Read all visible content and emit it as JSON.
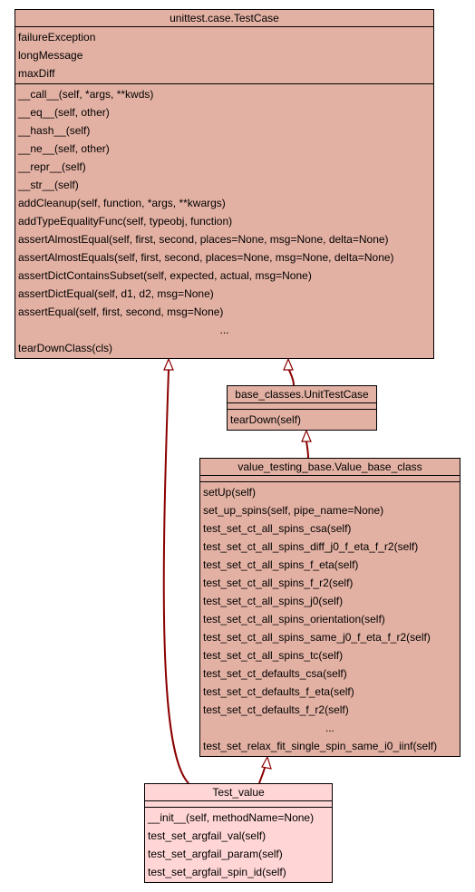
{
  "classes": {
    "testcase": {
      "title": "unittest.case.TestCase",
      "attributes": [
        "failureException",
        "longMessage",
        "maxDiff"
      ],
      "methods": [
        "__call__(self, *args, **kwds)",
        "__eq__(self, other)",
        "__hash__(self)",
        "__ne__(self, other)",
        "__repr__(self)",
        "__str__(self)",
        "addCleanup(self, function, *args, **kwargs)",
        "addTypeEqualityFunc(self, typeobj, function)",
        "assertAlmostEqual(self, first, second, places=None, msg=None, delta=None)",
        "assertAlmostEquals(self, first, second, places=None, msg=None, delta=None)",
        "assertDictContainsSubset(self, expected, actual, msg=None)",
        "assertDictEqual(self, d1, d2, msg=None)",
        "assertEqual(self, first, second, msg=None)",
        "...",
        "tearDownClass(cls)"
      ]
    },
    "unittestcase": {
      "title": "base_classes.UnitTestCase",
      "attributes": [],
      "methods": [
        "tearDown(self)"
      ]
    },
    "valuebase": {
      "title": "value_testing_base.Value_base_class",
      "attributes": [],
      "methods": [
        "setUp(self)",
        "set_up_spins(self, pipe_name=None)",
        "test_set_ct_all_spins_csa(self)",
        "test_set_ct_all_spins_diff_j0_f_eta_f_r2(self)",
        "test_set_ct_all_spins_f_eta(self)",
        "test_set_ct_all_spins_f_r2(self)",
        "test_set_ct_all_spins_j0(self)",
        "test_set_ct_all_spins_orientation(self)",
        "test_set_ct_all_spins_same_j0_f_eta_f_r2(self)",
        "test_set_ct_all_spins_tc(self)",
        "test_set_ct_defaults_csa(self)",
        "test_set_ct_defaults_f_eta(self)",
        "test_set_ct_defaults_f_r2(self)",
        "...",
        "test_set_relax_fit_single_spin_same_i0_iinf(self)"
      ]
    },
    "testvalue": {
      "title": "Test_value",
      "attributes": [],
      "methods": [
        "__init__(self, methodName=None)",
        "test_set_argfail_val(self)",
        "test_set_argfail_param(self)",
        "test_set_argfail_spin_id(self)"
      ]
    }
  },
  "colors": {
    "base_fill": "#e3b1a3",
    "leaf_fill": "#ffd5d5",
    "edge": "#8b0000"
  }
}
